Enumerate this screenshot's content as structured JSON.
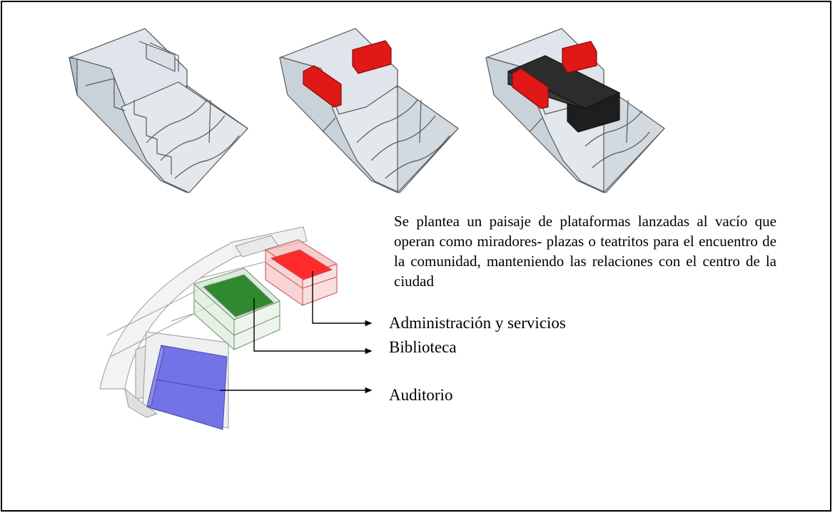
{
  "description": "Se plantea un paisaje de plataformas lanzadas al vacío que operan como miradores- plazas o teatritos para el encuentro de la comunidad, manteniendo las relaciones con el centro de la ciudad",
  "labels": {
    "administracion": "Administración y servicios",
    "biblioteca": "Biblioteca",
    "auditorio": "Auditorio"
  },
  "colors": {
    "platform": "#d6dde3",
    "platform_edge": "#55595d",
    "accent_red": "#e01818",
    "volume_dark": "#2c2c2c",
    "admin_red": "#ff2b2b",
    "library_green": "#2f8a2f",
    "auditorium_blue": "#5a5ae0"
  }
}
